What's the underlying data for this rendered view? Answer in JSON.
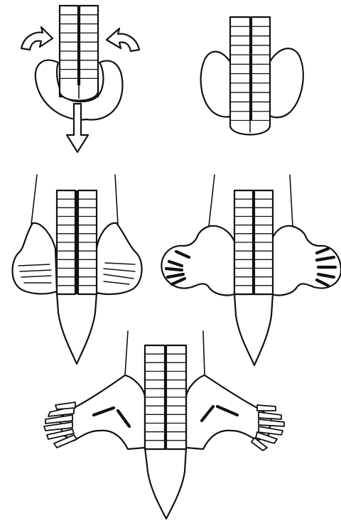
{
  "colors": {
    "line": "#111111",
    "fill": "#ffffff",
    "background": "#ffffff"
  },
  "panels": [
    {
      "name": "stage-1-folding-with-arrows"
    },
    {
      "name": "stage-2-lobes"
    },
    {
      "name": "stage-3-paddles"
    },
    {
      "name": "stage-4-digit-rays"
    },
    {
      "name": "stage-5-limbs-with-digits"
    }
  ]
}
